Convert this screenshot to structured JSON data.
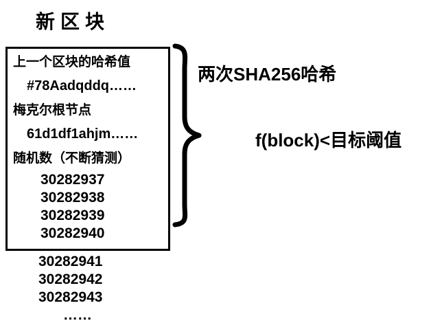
{
  "title": "新区块",
  "block": {
    "prev_hash_label": "上一个区块的哈希值",
    "prev_hash_value": "#78Aadqddq……",
    "merkle_label": "梅克尔根节点",
    "merkle_value": "61d1df1ahjm……",
    "nonce_label": "随机数（不断猜测）",
    "nonce_inside": [
      "30282937",
      "30282938",
      "30282939",
      "30282940"
    ],
    "nonce_outside": [
      "30282941",
      "30282942",
      "30282943",
      "……"
    ]
  },
  "annotations": {
    "hash_method": "两次SHA256哈希",
    "condition": "f(block)<目标阈值"
  },
  "colors": {
    "ink": "#000000",
    "background": "#ffffff"
  }
}
